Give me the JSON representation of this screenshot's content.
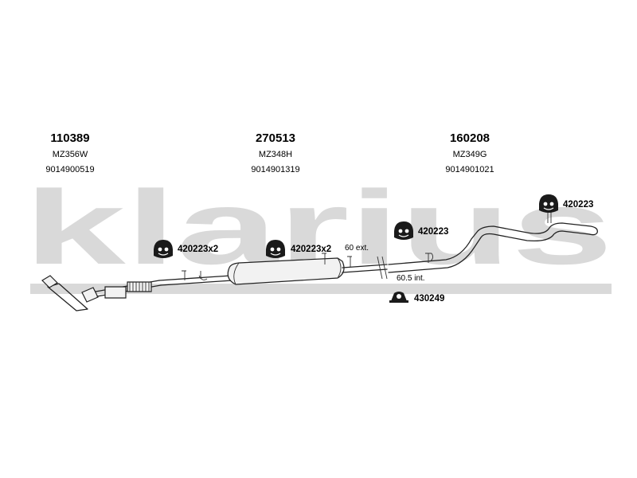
{
  "watermark": "klarius",
  "parts": [
    {
      "number": "110389",
      "code": "MZ356W",
      "ref": "9014900519"
    },
    {
      "number": "270513",
      "code": "MZ348H",
      "ref": "9014901319"
    },
    {
      "number": "160208",
      "code": "MZ349G",
      "ref": "9014901021"
    }
  ],
  "mounts": [
    {
      "label": "420223x2"
    },
    {
      "label": "420223x2"
    },
    {
      "label": "420223"
    },
    {
      "label": "420223"
    },
    {
      "label": "430249"
    }
  ],
  "notes": {
    "ext": "60 ext.",
    "int": "60.5 int."
  }
}
